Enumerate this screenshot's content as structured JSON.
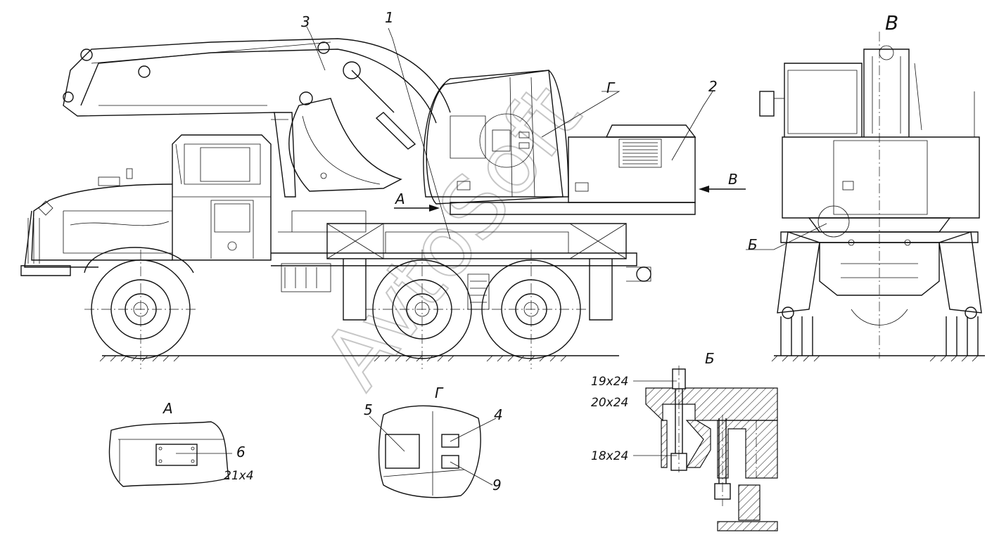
{
  "callouts": {
    "c1": "1",
    "c2": "2",
    "c3": "3",
    "c4": "4",
    "c5": "5",
    "c6": "6",
    "c9": "9"
  },
  "views": {
    "A": "А",
    "B": "Б",
    "V": "В",
    "G": "Г"
  },
  "dimensions": {
    "d_21x4": "21х4",
    "d_19x24": "19х24",
    "d_20x24": "20х24",
    "d_18x24": "18х24"
  },
  "watermark": {
    "text": "AvtoSoft"
  }
}
